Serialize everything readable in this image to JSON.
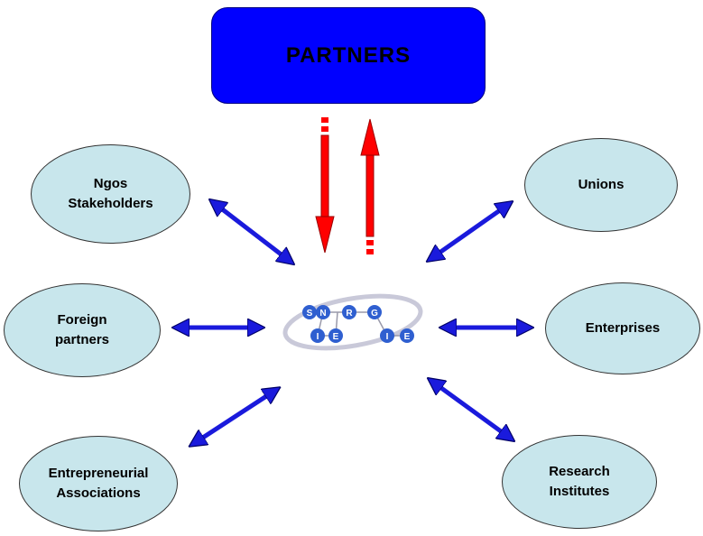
{
  "title_box": {
    "label": "PARTNERS",
    "color": "#0000ff"
  },
  "center_logo": {
    "letters_top": [
      "S",
      "N",
      "R",
      "G"
    ],
    "letters_bottom": [
      "I",
      "E",
      "I",
      "E"
    ]
  },
  "nodes": {
    "ngos": {
      "line1": "Ngos",
      "line2": "Stakeholders"
    },
    "unions": {
      "line1": "Unions"
    },
    "foreign": {
      "line1": "Foreign",
      "line2": "partners"
    },
    "enterprises": {
      "line1": "Enterprises"
    },
    "entrepreneurial": {
      "line1": "Entrepreneurial",
      "line2": "Associations"
    },
    "research": {
      "line1": "Research",
      "line2": "Institutes"
    }
  },
  "colors": {
    "node_fill": "#c8e6ec",
    "blue_arrow": "#1a1adc",
    "red_arrow": "#ff0000"
  }
}
